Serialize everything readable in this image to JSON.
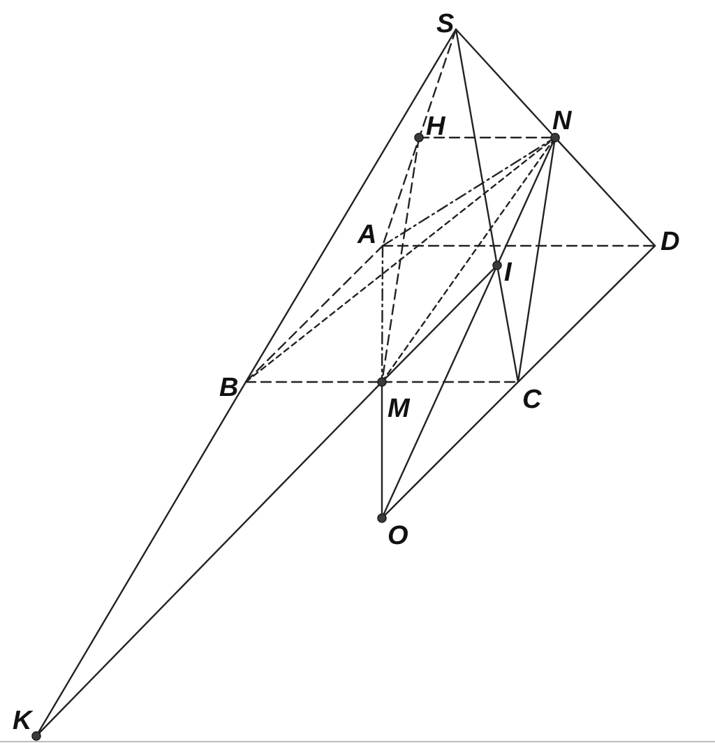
{
  "figure": {
    "points": {
      "S": {
        "label": "S"
      },
      "H": {
        "label": "H"
      },
      "N": {
        "label": "N"
      },
      "A": {
        "label": "A"
      },
      "D": {
        "label": "D"
      },
      "I": {
        "label": "I"
      },
      "B": {
        "label": "B"
      },
      "M": {
        "label": "M"
      },
      "C": {
        "label": "C"
      },
      "O": {
        "label": "O"
      },
      "K": {
        "label": "K"
      }
    },
    "solid_segments": [
      [
        "S",
        "B"
      ],
      [
        "S",
        "N"
      ],
      [
        "N",
        "D"
      ],
      [
        "S",
        "I"
      ],
      [
        "I",
        "C"
      ],
      [
        "B",
        "K"
      ],
      [
        "K",
        "M"
      ],
      [
        "M",
        "I"
      ],
      [
        "I",
        "N"
      ],
      [
        "N",
        "C"
      ],
      [
        "D",
        "C"
      ],
      [
        "C",
        "O"
      ],
      [
        "M",
        "O"
      ],
      [
        "O",
        "I"
      ]
    ],
    "dashed_segments": [
      [
        "S",
        "A"
      ],
      [
        "H",
        "N"
      ],
      [
        "H",
        "M"
      ],
      [
        "A",
        "D"
      ],
      [
        "B",
        "M"
      ],
      [
        "M",
        "C"
      ],
      [
        "B",
        "A"
      ],
      [
        "B",
        "N"
      ],
      [
        "M",
        "N"
      ]
    ],
    "dashdot_segments": [
      [
        "A",
        "N"
      ],
      [
        "A",
        "M"
      ]
    ],
    "highlighted_points": [
      "H",
      "N",
      "I",
      "M",
      "O",
      "K"
    ]
  }
}
